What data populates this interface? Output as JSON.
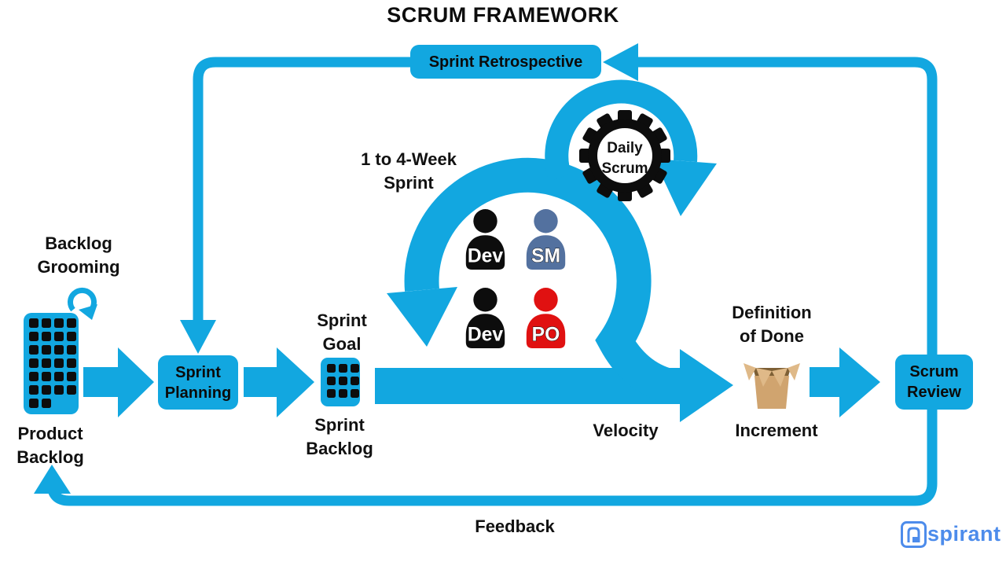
{
  "title": "SCRUM FRAMEWORK",
  "colors": {
    "flow": "#12a7e0",
    "ink": "#111111",
    "dev": "#0d0d0d",
    "scrum_master": "#53719f",
    "product_owner": "#e01111",
    "carton_light": "#dfb988",
    "carton_mid": "#d0a46f",
    "carton_dark": "#7d5f35",
    "brand_blue": "#4d8ceb"
  },
  "labels": {
    "sprint_retrospective": "Sprint Retrospective",
    "backlog_grooming": [
      "Backlog",
      "Grooming"
    ],
    "product_backlog": [
      "Product",
      "Backlog"
    ],
    "sprint_planning": [
      "Sprint",
      "Planning"
    ],
    "sprint_goal": [
      "Sprint",
      "Goal"
    ],
    "sprint_backlog": [
      "Sprint",
      "Backlog"
    ],
    "sprint_duration": [
      "1 to 4-Week",
      "Sprint"
    ],
    "daily_scrum": [
      "Daily",
      "Scrum"
    ],
    "velocity": "Velocity",
    "definition_of_done": [
      "Definition",
      "of Done"
    ],
    "increment": "Increment",
    "scrum_review": [
      "Scrum",
      "Review"
    ],
    "feedback": "Feedback"
  },
  "team": [
    {
      "role": "Dev",
      "color": "#0d0d0d"
    },
    {
      "role": "SM",
      "color": "#53719f"
    },
    {
      "role": "Dev",
      "color": "#0d0d0d"
    },
    {
      "role": "PO",
      "color": "#e01111"
    }
  ],
  "brand": {
    "text": "spirant"
  }
}
